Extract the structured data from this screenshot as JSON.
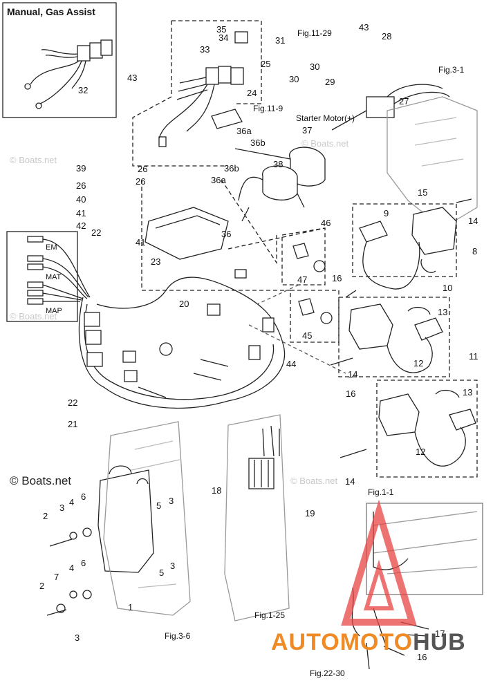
{
  "inset": {
    "title": "Manual, Gas Assist",
    "part": "32"
  },
  "sensor_group": [
    "EM",
    "MAT",
    "MAP"
  ],
  "fig_refs": {
    "fig_11_29": "Fig.11-29",
    "fig_3_1": "Fig.3-1",
    "fig_11_9": "Fig.11-9",
    "starter": "Starter Motor(+)",
    "fig_1_1": "Fig.1-1",
    "fig_1_25": "Fig.1-25",
    "fig_3_6": "Fig.3-6",
    "fig_22_30": "Fig.22-30"
  },
  "watermarks": [
    "© Boats.net",
    "© Boats.net",
    "© Boats.net",
    "© Boats.net",
    "© Boats.net"
  ],
  "brand": {
    "part1": "AUTOMOTO",
    "part2": "HUB"
  },
  "callouts": {
    "c1": "1",
    "c2a": "2",
    "c2b": "2",
    "c3a": "3",
    "c3b": "3",
    "c3c": "3",
    "c3d": "3",
    "c4a": "4",
    "c4b": "4",
    "c5a": "5",
    "c5b": "5",
    "c6a": "6",
    "c6b": "6",
    "c7": "7",
    "c8": "8",
    "c9": "9",
    "c10": "10",
    "c11": "11",
    "c12a": "12",
    "c12b": "12",
    "c13a": "13",
    "c13b": "13",
    "c14a": "14",
    "c14b": "14",
    "c14c": "14",
    "c15": "15",
    "c16a": "16",
    "c16b": "16",
    "c16c": "16",
    "c17": "17",
    "c18": "18",
    "c19": "19",
    "c20": "20",
    "c21": "21",
    "c22a": "22",
    "c22b": "22",
    "c23": "23",
    "c24": "24",
    "c25": "25",
    "c26a": "26",
    "c26b": "26",
    "c26c": "26",
    "c27": "27",
    "c28": "28",
    "c29": "29",
    "c30": "30",
    "c31": "31",
    "c33": "33",
    "c34": "34",
    "c35": "35",
    "c36": "36",
    "c36a1": "36a",
    "c36a2": "36a",
    "c36b1": "36b",
    "c36b2": "36b",
    "c37": "37",
    "c38": "38",
    "c39": "39",
    "c40": "40",
    "c41a": "41",
    "c41b": "41",
    "c42": "42",
    "c43a": "43",
    "c43b": "43",
    "c44": "44",
    "c45": "45",
    "c46": "46",
    "c47": "47"
  }
}
